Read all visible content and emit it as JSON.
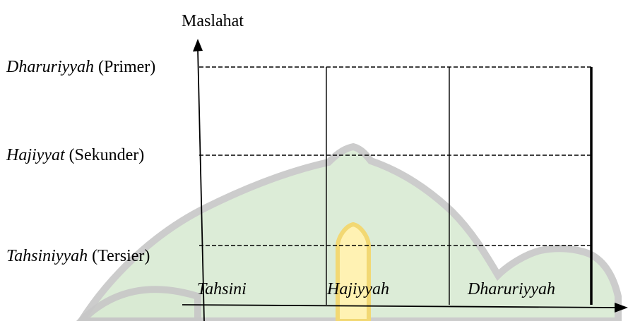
{
  "diagram": {
    "y_axis_label": "Maslahat",
    "levels": [
      {
        "term": "Dharuriyyah",
        "gloss": "(Primer)"
      },
      {
        "term": "Hajiyyat",
        "gloss": "(Sekunder)"
      },
      {
        "term": "Tahsiniyyah",
        "gloss": "(Tersier)"
      }
    ],
    "columns": [
      {
        "label": "Tahsini"
      },
      {
        "label": "Hajiyyah"
      },
      {
        "label": "Dharuriyyah"
      }
    ]
  },
  "watermark": {
    "description_name": "mosque-dome-watermark",
    "colors": {
      "dome_fill": "#d9ead3",
      "dome_outline": "#c7c7c7",
      "minaret_fill": "#fff2b3",
      "minaret_outline": "#f2d873"
    }
  },
  "colors": {
    "lines": "#000000",
    "text": "#000000"
  }
}
